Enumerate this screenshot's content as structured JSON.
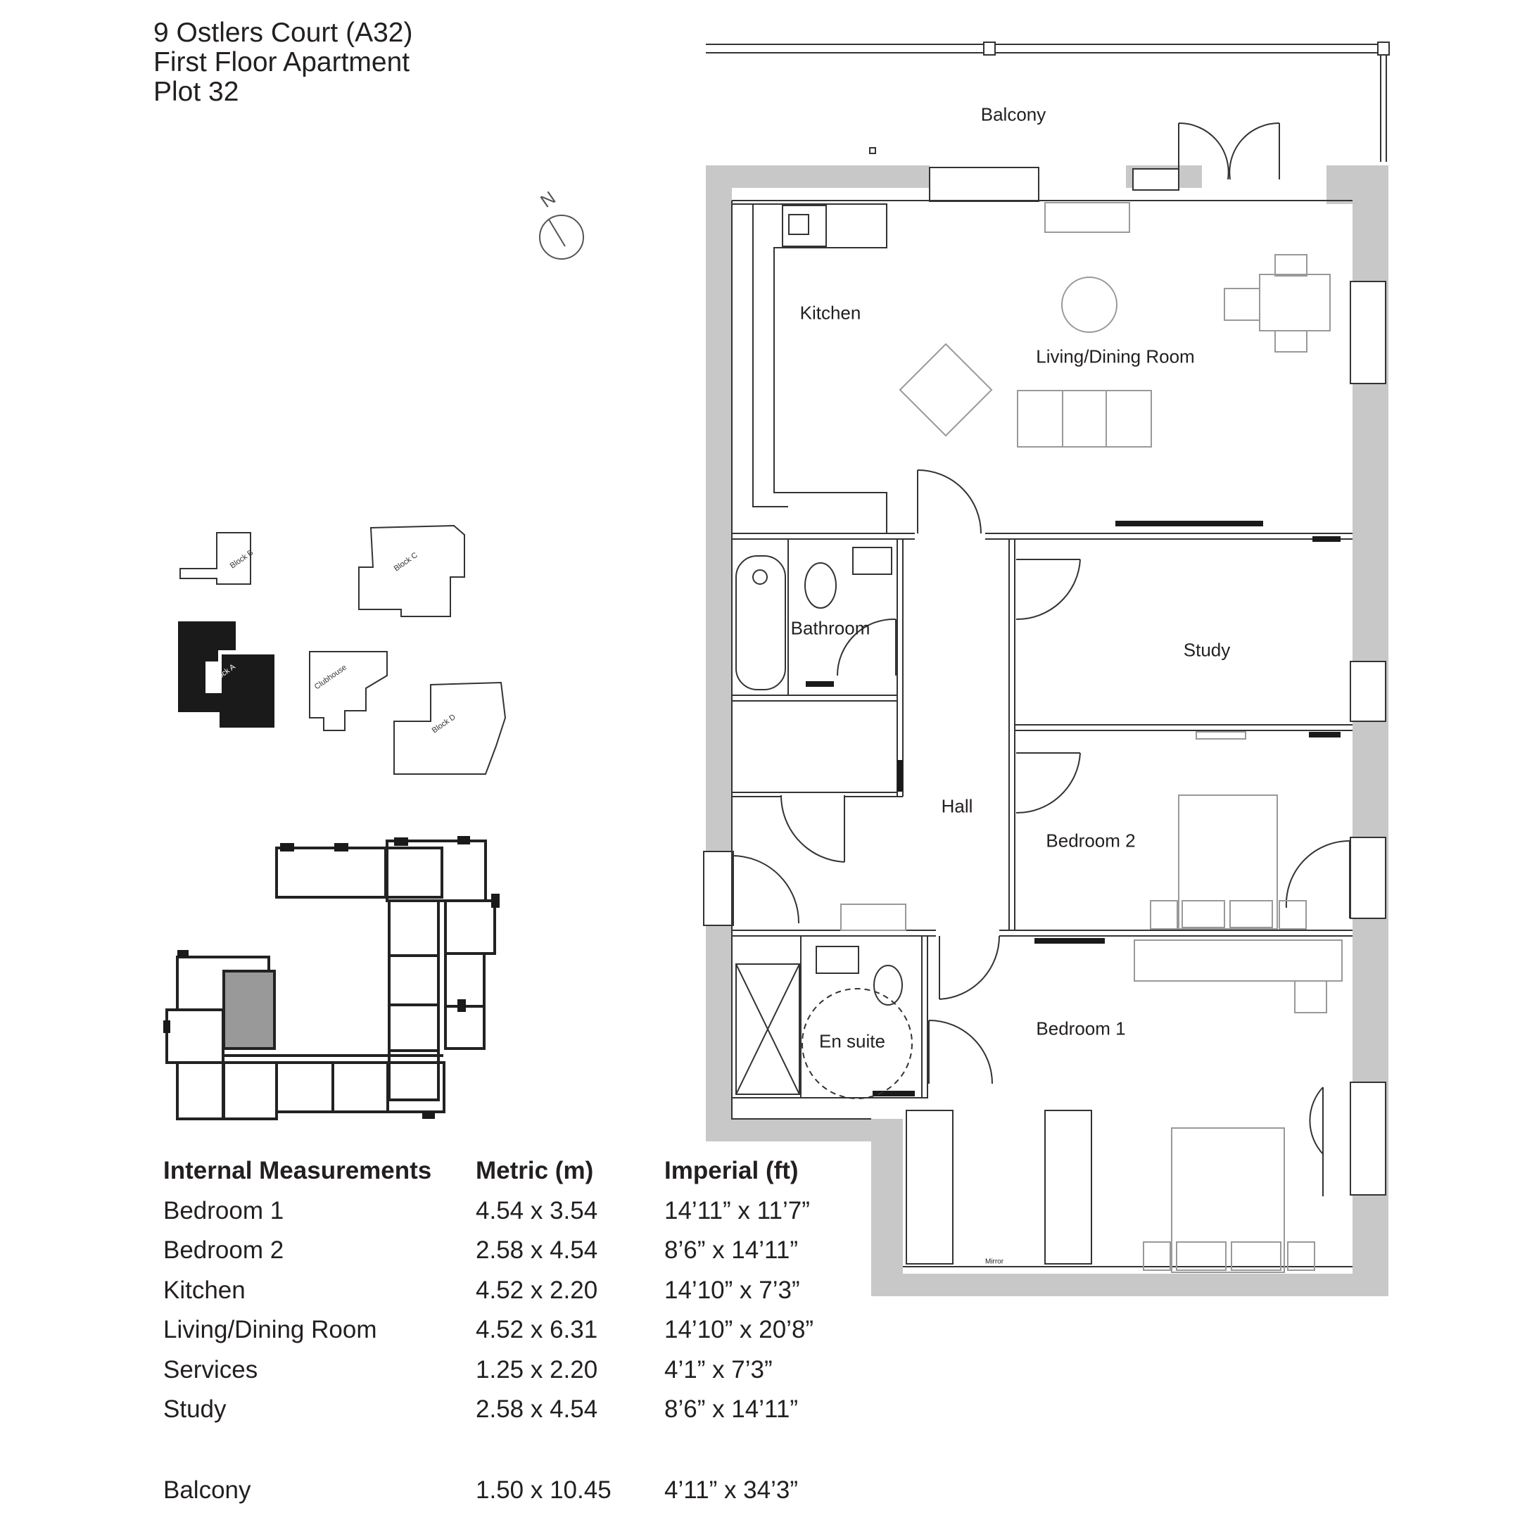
{
  "header": {
    "line1": "9 Ostlers Court (A32)",
    "line2": "First Floor Apartment",
    "line3": "Plot 32"
  },
  "compass": {
    "label": "N"
  },
  "rooms": {
    "balcony": "Balcony",
    "kitchen": "Kitchen",
    "living": "Living/Dining Room",
    "bathroom": "Bathroom",
    "study": "Study",
    "hall": "Hall",
    "bedroom2": "Bedroom 2",
    "bedroom1": "Bedroom 1",
    "ensuite": "En suite",
    "mirror": "Mirror"
  },
  "site_plan": {
    "block_a": "Block A",
    "block_b": "Block B",
    "block_c": "Block C",
    "block_d": "Block D",
    "clubhouse": "Clubhouse"
  },
  "measurements": {
    "headers": {
      "room": "Internal Measurements",
      "metric": "Metric (m)",
      "imperial": "Imperial (ft)"
    },
    "rows": [
      {
        "room": "Bedroom 1",
        "metric": "4.54 x 3.54",
        "imperial": "14’11” x 11’7”"
      },
      {
        "room": "Bedroom 2",
        "metric": "2.58 x 4.54",
        "imperial": "8’6” x 14’11”"
      },
      {
        "room": "Kitchen",
        "metric": "4.52 x 2.20",
        "imperial": "14’10” x 7’3”"
      },
      {
        "room": "Living/Dining Room",
        "metric": "4.52 x 6.31",
        "imperial": "14’10” x 20’8”"
      },
      {
        "room": "Services",
        "metric": "1.25 x 2.20",
        "imperial": "4’1” x 7’3”"
      },
      {
        "room": "Study",
        "metric": "2.58 x 4.54",
        "imperial": "8’6” x 14’11”"
      }
    ],
    "balcony": {
      "room": "Balcony",
      "metric": "1.50 x 10.45",
      "imperial": "4’11” x 34’3”"
    }
  }
}
